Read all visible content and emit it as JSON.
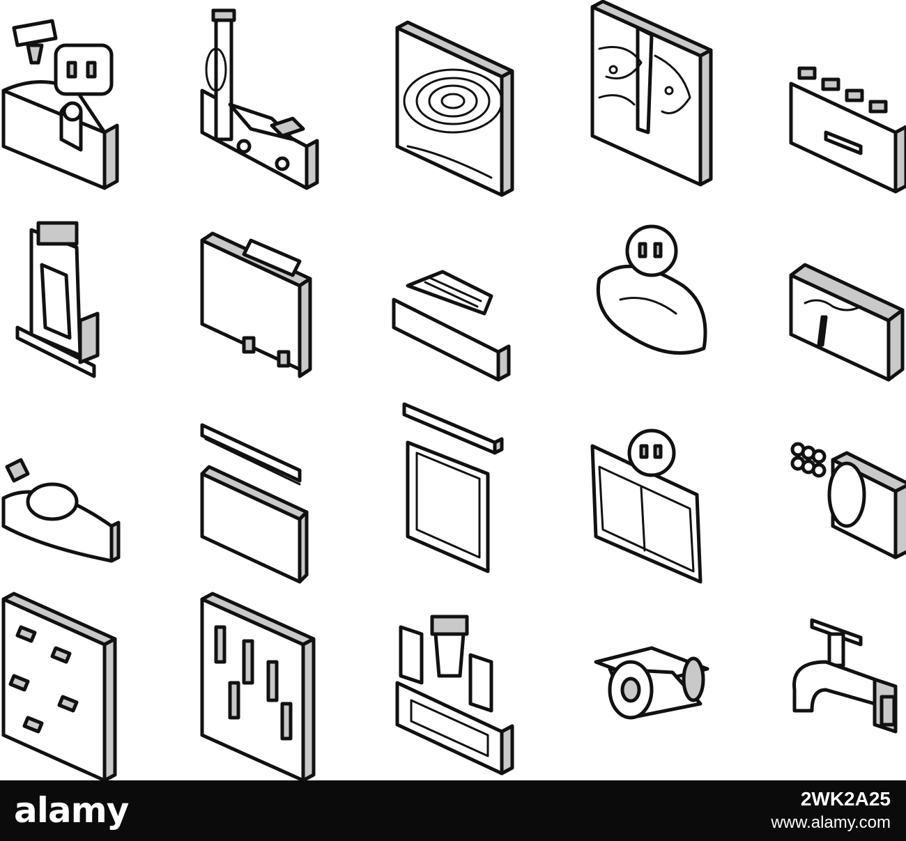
{
  "footer": {
    "brand": "alamy",
    "image_id": "2WK2A25",
    "url": "www.alamy.com"
  },
  "icons": [
    {
      "name": "miner-worker-icon"
    },
    {
      "name": "drilling-rig-icon"
    },
    {
      "name": "open-pit-quarry-icon"
    },
    {
      "name": "mine-shaft-icon"
    },
    {
      "name": "pillar-row-icon"
    },
    {
      "name": "tower-structure-icon"
    },
    {
      "name": "scaffold-frame-icon"
    },
    {
      "name": "conveyor-block-icon"
    },
    {
      "name": "pond-location-icon"
    },
    {
      "name": "water-tank-icon"
    },
    {
      "name": "boat-icon"
    },
    {
      "name": "layered-slabs-icon"
    },
    {
      "name": "gate-frame-icon"
    },
    {
      "name": "recycling-panel-icon"
    },
    {
      "name": "pipe-bundle-icon"
    },
    {
      "name": "stone-wall-icon"
    },
    {
      "name": "rock-strata-icon"
    },
    {
      "name": "pump-station-icon"
    },
    {
      "name": "cable-roll-icon"
    },
    {
      "name": "water-faucet-icon"
    }
  ]
}
